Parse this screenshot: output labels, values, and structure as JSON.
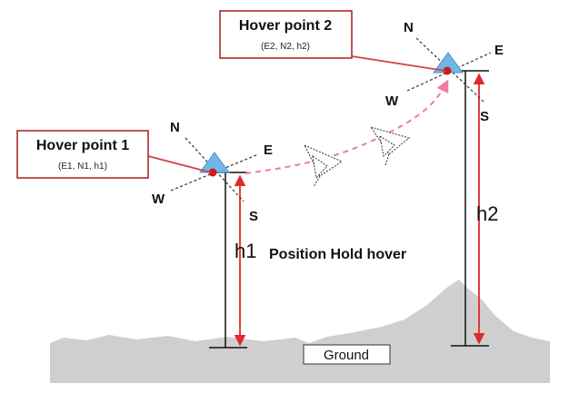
{
  "hover_point_1": {
    "title": "Hover point 1",
    "coords": "(E1, N1, h1)"
  },
  "hover_point_2": {
    "title": "Hover point 2",
    "coords": "(E2, N2, h2)"
  },
  "compass_1": {
    "north": "N",
    "east": "E",
    "south": "S",
    "west": "W"
  },
  "compass_2": {
    "north": "N",
    "east": "E",
    "south": "S",
    "west": "W"
  },
  "height_1_label": "h1",
  "height_2_label": "h2",
  "mode_label": "Position Hold hover",
  "ground_label": "Ground",
  "colors": {
    "box_border": "#b02a2a",
    "leader": "#d0404a",
    "arrow": "#e02a2a",
    "flight_path": "#f07aa8",
    "ground": "#cfcfcf",
    "drone": "#6fb7e8",
    "marker": "#cc1b1b",
    "compass_line": "#333333"
  },
  "icons": [
    "drone-icon",
    "aircraft-icon"
  ]
}
